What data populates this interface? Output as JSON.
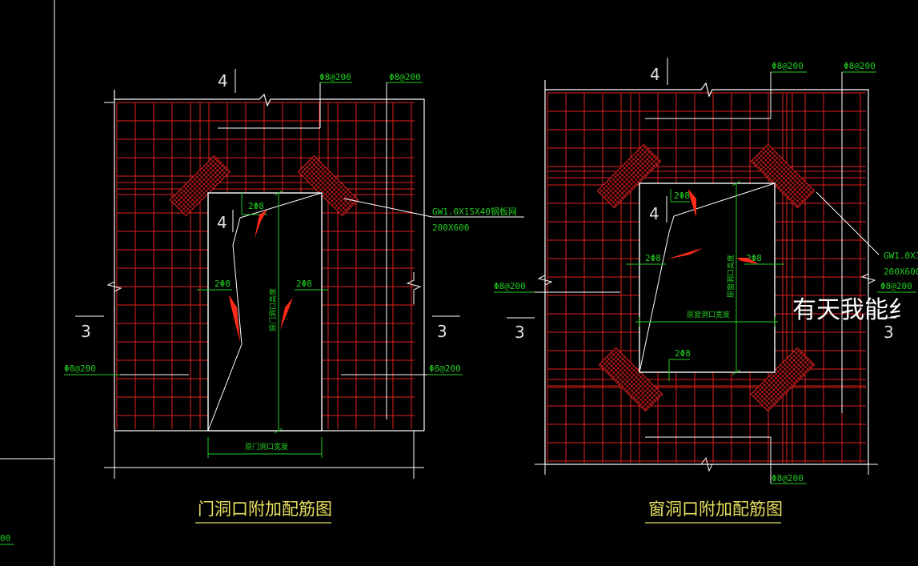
{
  "left": {
    "section_top": "4",
    "section_side_left": "3",
    "section_side_right": "3",
    "section_inner": "4",
    "label_top_1": "Φ8@200",
    "label_top_2": "Φ8@200",
    "label_left": "Φ8@200",
    "label_right": "Φ8@200",
    "mesh_label": "GW1.0X15X40钢板网",
    "mesh_size": "200X600",
    "bar_top": "2Φ8",
    "bar_left": "2Φ8",
    "bar_right": "2Φ8",
    "dim_height": "原门洞口高度",
    "dim_width": "原门洞口宽度",
    "title": "门洞口附加配筋图"
  },
  "right": {
    "section_top": "4",
    "section_side_left": "3",
    "section_side_right": "3",
    "section_inner": "4",
    "label_top_1": "Φ8@200",
    "label_top_2": "Φ8@200",
    "label_left": "Φ8@200",
    "label_right": "Φ8@200",
    "label_bottom": "Φ8@200",
    "mesh_label": "GW1.0X1",
    "mesh_size": "200X600",
    "bar_top": "2Φ8",
    "bar_left": "2Φ8",
    "bar_right": "2Φ8",
    "bar_bottom": "2Φ8",
    "dim_height": "原窗洞口高度",
    "dim_width": "原窗洞口宽度",
    "title": "窗洞口附加配筋图"
  },
  "edge_label": "00",
  "watermark": "有天我能纟",
  "colors": {
    "rebar": "#e02020",
    "dimension": "#22cc22",
    "outline": "#ffffff",
    "title": "#e8e060",
    "arrow": "#ff2a1a"
  }
}
